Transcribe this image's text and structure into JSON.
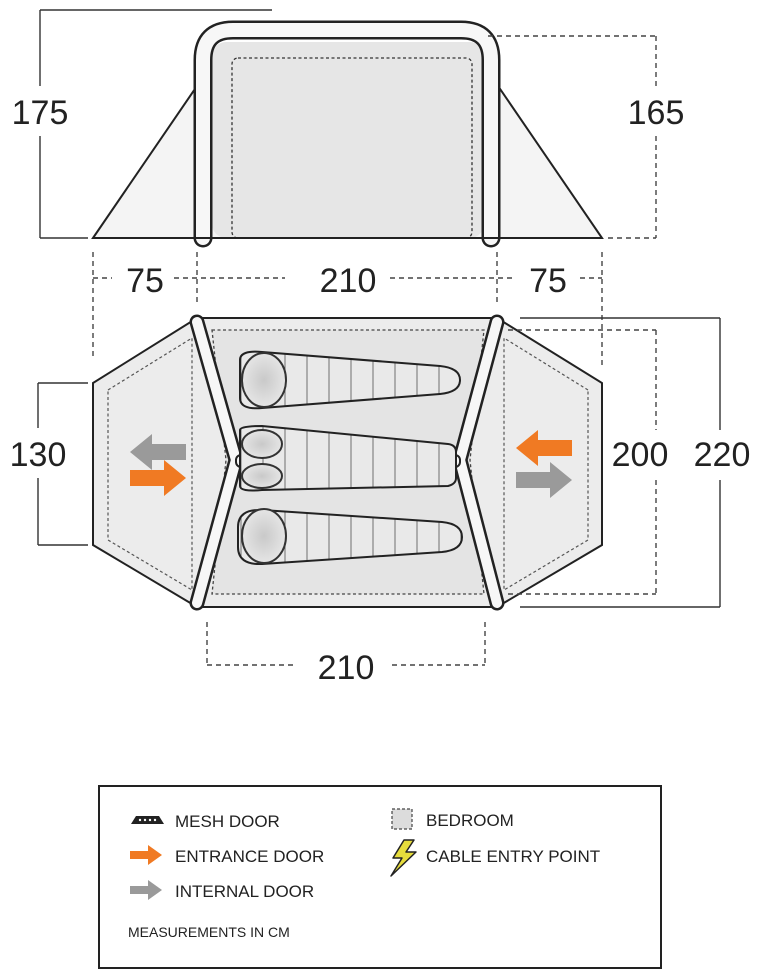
{
  "dimensions": {
    "front_height": "175",
    "rear_height": "165",
    "porch_left_length": "75",
    "inner_length_top": "210",
    "porch_right_length": "75",
    "porch_width": "130",
    "inner_width": "200",
    "total_width": "220",
    "inner_length_bottom": "210"
  },
  "legend": {
    "mesh_door": "MESH DOOR",
    "entrance_door": "ENTRANCE DOOR",
    "internal_door": "INTERNAL DOOR",
    "bedroom": "BEDROOM",
    "cable_entry": "CABLE ENTRY POINT",
    "note": "MEASUREMENTS IN CM"
  },
  "colors": {
    "entrance_arrow": "#f07a23",
    "internal_arrow": "#9a9a9a",
    "floor_fill": "#ececec",
    "outline": "#222222",
    "cable_entry_icon": "#e6dc3c"
  },
  "icons": {
    "mesh_door": "mesh-door-icon",
    "entrance_door": "arrow-right-icon",
    "internal_door": "arrow-right-icon",
    "bedroom": "dashed-square-icon",
    "cable_entry": "lightning-icon"
  }
}
